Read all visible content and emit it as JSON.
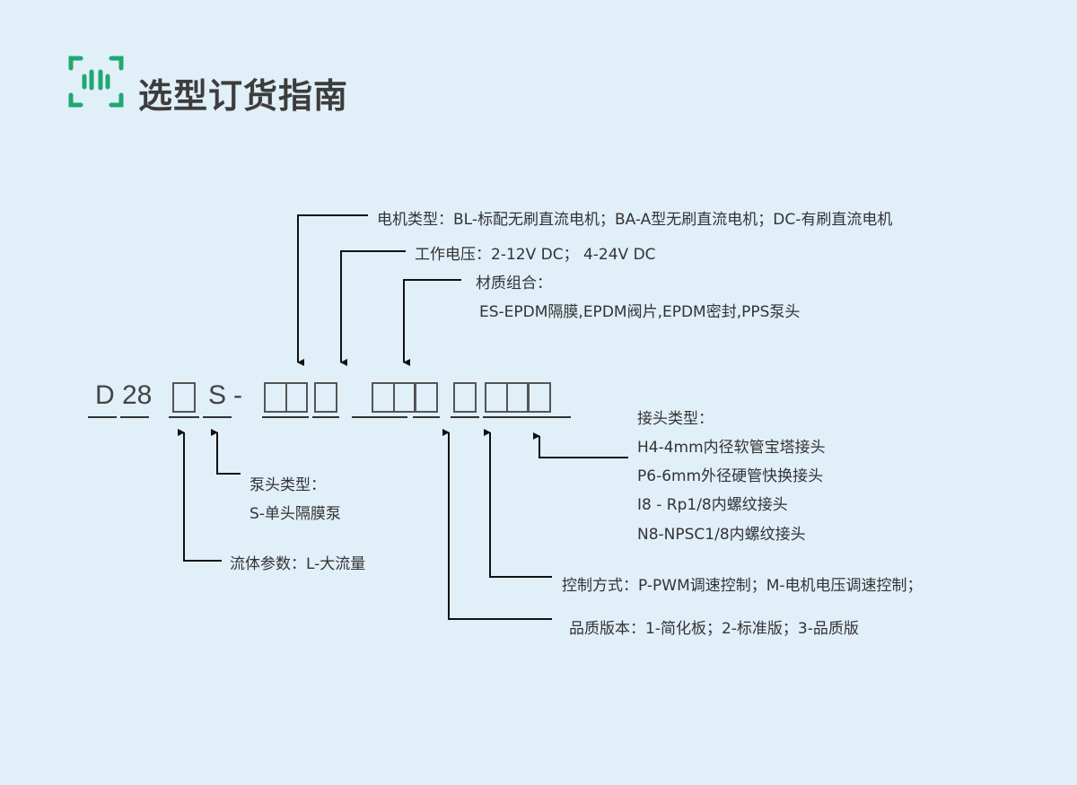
{
  "header": {
    "title": "选型订货指南",
    "icon": "barcode-scan-icon"
  },
  "code": {
    "d": "D",
    "n": "28",
    "s": "S",
    "dash": "-"
  },
  "labels": {
    "motor": "电机类型：BL-标配无刷直流电机；BA-A型无刷直流电机；DC-有刷直流电机",
    "voltage": "工作电压：2-12V DC；  4-24V DC",
    "material_title": "材质组合：",
    "material_value": "ES-EPDM隔膜,EPDM阀片,EPDM密封,PPS泵头",
    "pumphead_title": "泵头类型：",
    "pumphead_value": "S-单头隔膜泵",
    "fluid": "流体参数：L-大流量",
    "connector_title": "接头类型：",
    "connector_items": [
      "H4-4mm内径软管宝塔接头",
      "P6-6mm外径硬管快换接头",
      "I8 - Rp1/8内螺纹接头",
      "N8-NPSC1/8内螺纹接头"
    ],
    "control": "控制方式：P-PWM调速控制；M-电机电压调速控制；",
    "quality": "品质版本：1-简化板；2-标准版；3-品质版"
  },
  "colors": {
    "accent": "#1fa86f",
    "background": "#e1eff9"
  }
}
